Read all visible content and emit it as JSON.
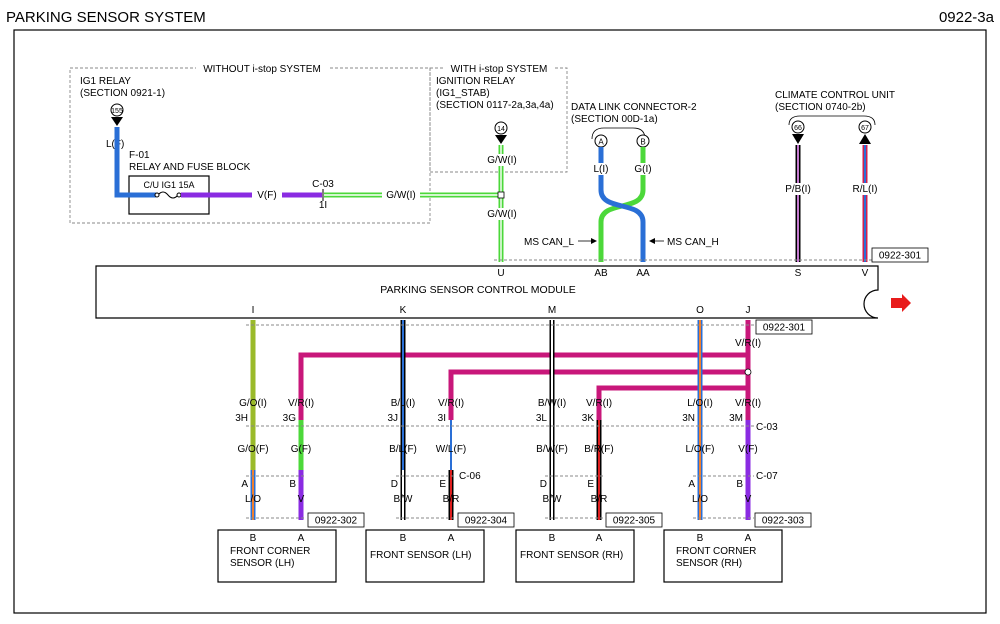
{
  "header": {
    "title": "PARKING SENSOR SYSTEM",
    "page_code": "0922-3a"
  },
  "regions": {
    "without_istop": "WITHOUT i-stop SYSTEM",
    "with_istop": "WITH i-stop SYSTEM"
  },
  "ig1_relay": {
    "line1": "IG1 RELAY",
    "line2": "(SECTION 0921-1)",
    "connector": "155",
    "wire": "L(F)"
  },
  "fuse_block": {
    "code": "F-01",
    "name": "RELAY AND FUSE BLOCK",
    "fuse": "C/U IG1 15A",
    "out_wire": "V(F)"
  },
  "c03_top": {
    "connector": "C-03",
    "pin": "1I",
    "wire": "G/W(I)"
  },
  "ignition_relay": {
    "line1": "IGNITION RELAY",
    "line2": "(IG1_STAB)",
    "line3": "(SECTION 0117-2a,3a,4a)",
    "connector": "14",
    "wire_top": "G/W(I)",
    "wire_bottom": "G/W(I)"
  },
  "dlc": {
    "line1": "DATA LINK CONNECTOR-2",
    "line2": "(SECTION 00D-1a)",
    "conn_a": "A",
    "conn_b": "B",
    "wire_a": "L(I)",
    "wire_b": "G(I)",
    "can_l": "MS CAN_L",
    "can_h": "MS CAN_H"
  },
  "climate": {
    "line1": "CLIMATE CONTROL UNIT",
    "line2": "(SECTION 0740-2b)",
    "conn_66": "66",
    "conn_67": "67",
    "wire_66": "P/B(I)",
    "wire_67": "R/L(I)"
  },
  "module": {
    "name": "PARKING SENSOR CONTROL MODULE",
    "ref_top": "0922-301",
    "ref_bottom": "0922-301",
    "pins_top": [
      "U",
      "AB",
      "AA",
      "S",
      "V"
    ],
    "pins_bottom": [
      "I",
      "K",
      "M",
      "O",
      "J"
    ]
  },
  "harness": {
    "module_wires": [
      "G/O(I)",
      "V/R(I)",
      "B/L(I)",
      "V/R(I)",
      "B/W(I)",
      "V/R(I)",
      "L/O(I)",
      "V/R(I)"
    ],
    "j_wire": "V/R(I)",
    "c03_pins": [
      "3H",
      "3G",
      "3J",
      "3I",
      "3L",
      "3K",
      "3N",
      "3M"
    ],
    "c03_label": "C-03",
    "c03_wires": [
      "G/O(F)",
      "G(F)",
      "B/L(F)",
      "W/L(F)",
      "B/W(F)",
      "B/R(F)",
      "L/O(F)",
      "V(F)"
    ],
    "c06_label": "C-06",
    "c07_label": "C-07",
    "c_pins": [
      "A",
      "B",
      "D",
      "E",
      "D",
      "E",
      "A",
      "B"
    ],
    "sensor_wires": [
      "L/O",
      "V",
      "B/W",
      "B/R",
      "B/W",
      "B/R",
      "L/O",
      "V"
    ]
  },
  "sensors": [
    {
      "ref": "0922-302",
      "pin_b": "B",
      "pin_a": "A",
      "line1": "FRONT CORNER",
      "line2": "SENSOR (LH)"
    },
    {
      "ref": "0922-304",
      "pin_b": "B",
      "pin_a": "A",
      "line1": "FRONT SENSOR (LH)",
      "line2": ""
    },
    {
      "ref": "0922-305",
      "pin_b": "B",
      "pin_a": "A",
      "line1": "FRONT SENSOR (RH)",
      "line2": ""
    },
    {
      "ref": "0922-303",
      "pin_b": "B",
      "pin_a": "A",
      "line1": "FRONT CORNER",
      "line2": "SENSOR (RH)"
    }
  ],
  "colors": {
    "blue": "#2a6fd6",
    "purple": "#8a2be2",
    "green": "#4cd83a",
    "magenta": "#c8177a",
    "olive": "#9aba2a",
    "navy": "#1a3f8f",
    "darkred": "#a01616",
    "arrow": "#e81c1c"
  }
}
